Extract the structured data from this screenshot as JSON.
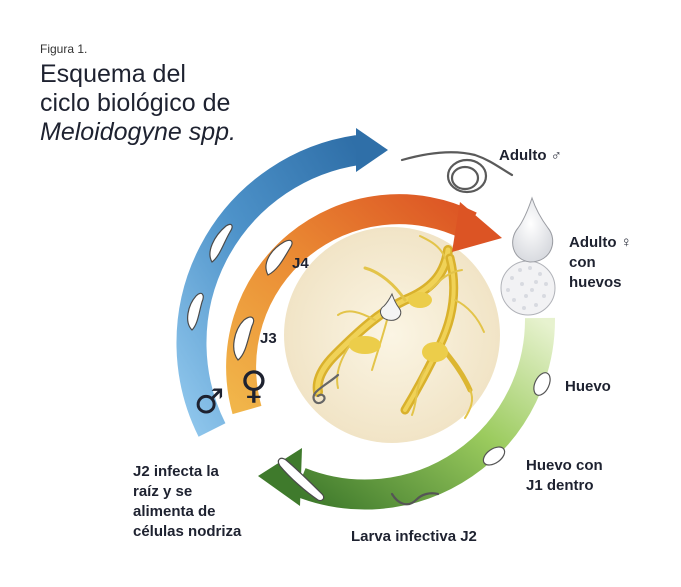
{
  "figure": {
    "label": "Figura 1.",
    "title_line1": "Esquema del",
    "title_line2": "ciclo biológico de",
    "title_species": "Meloidogyne spp."
  },
  "stages": {
    "adult_male": "Adulto ♂",
    "adult_female_line1": "Adulto ♀",
    "adult_female_line2": "con",
    "adult_female_line3": "huevos",
    "egg": "Huevo",
    "egg_j1_line1": "Huevo con",
    "egg_j1_line2": "J1 dentro",
    "j2_larva": "Larva infectiva J2",
    "j2_infects_line1": "J2 infecta la",
    "j2_infects_line2": "raíz y se",
    "j2_infects_line3": "alimenta de",
    "j2_infects_line4": "células nodriza",
    "j3": "J3",
    "j4": "J4"
  },
  "symbols": {
    "male": "♂",
    "female": "♀"
  },
  "colors": {
    "male_arrow": "#3a7fb8",
    "female_arrow": "#e06a2a",
    "green_arrow": "#4e8f34",
    "root_bg": "#f5ead0",
    "root": "#e6c23a"
  }
}
